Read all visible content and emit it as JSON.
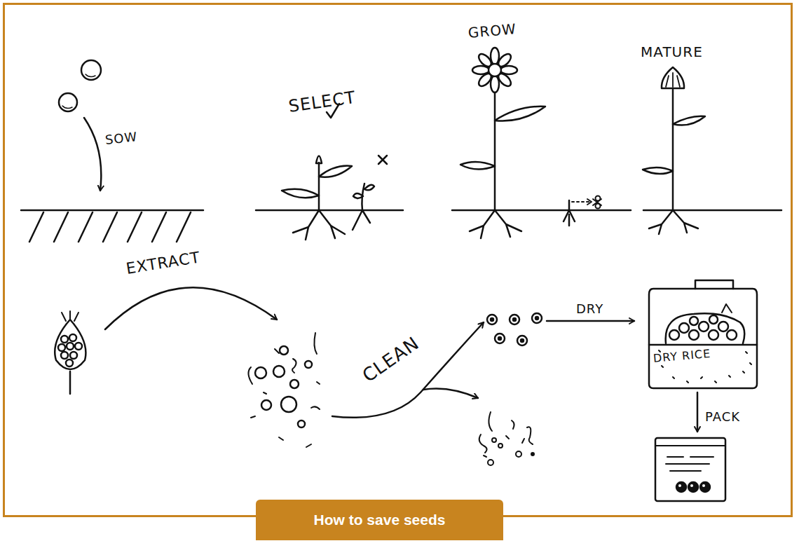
{
  "diagram": {
    "caption": "How to save seeds",
    "labels": [
      "SOW",
      "SELECT",
      "GROW",
      "MATURE",
      "EXTRACT",
      "CLEAN",
      "DRY",
      "DRY RICE",
      "PACK"
    ]
  }
}
